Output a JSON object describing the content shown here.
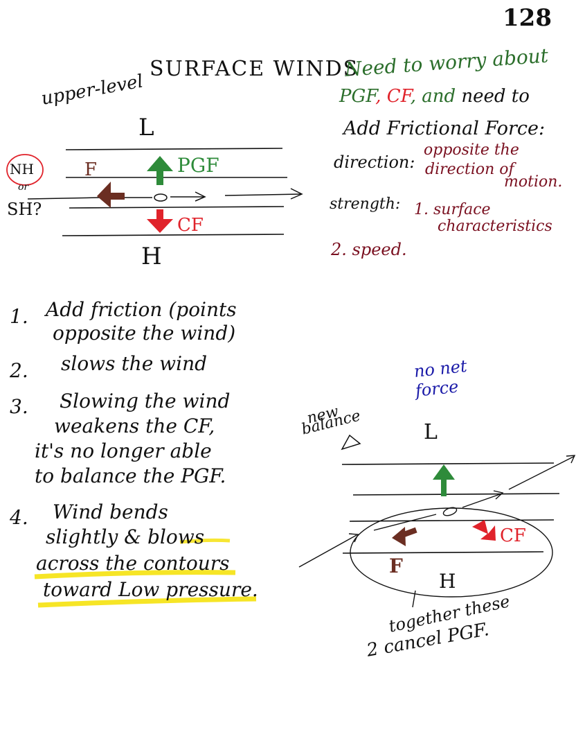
{
  "page_number": "128",
  "title": "SURFACE WINDS",
  "top_diagram": {
    "upper_level": "upper-level",
    "low_label": "L",
    "high_label": "H",
    "hemisphere_question": {
      "nh": "NH",
      "or": "or",
      "sh": "SH?"
    },
    "friction_label": "F",
    "pgf_label": "PGF",
    "cf_label": "CF"
  },
  "right_notes": {
    "line1": "Need to worry about",
    "pgf": "PGF",
    "cf": "CF",
    "and": ", and",
    "line2_end": "need to",
    "line3": "Add Frictional Force:",
    "direction_label": "direction:",
    "direction_text_1": "opposite the",
    "direction_text_2": "direction of",
    "direction_text_3": "motion.",
    "strength_label": "strength:",
    "strength_1": "1. surface",
    "strength_1b": "characteristics",
    "strength_2": "2. speed."
  },
  "steps": [
    {
      "num": "1.",
      "lines": [
        "Add friction (points",
        "opposite the wind)"
      ]
    },
    {
      "num": "2.",
      "lines": [
        "slows the wind"
      ]
    },
    {
      "num": "3.",
      "lines": [
        "Slowing the wind",
        "weakens the CF,",
        "it's no longer able",
        "to balance the PGF."
      ]
    },
    {
      "num": "4.",
      "lines": [
        "Wind bends",
        "slightly & blows",
        "across the contours",
        "toward Low pressure."
      ]
    }
  ],
  "bottom_diagram": {
    "no_net_force_1": "no net",
    "no_net_force_2": "force",
    "new_balance_1": "new",
    "new_balance_2": "balance",
    "low_label": "L",
    "high_label": "H",
    "cf_label": "CF",
    "f_label": "F",
    "together_1": "together these",
    "together_2": "2 cancel PGF."
  },
  "colors": {
    "black": "#111111",
    "green": "#2b6e2b",
    "bright_green": "#2e8b3a",
    "red": "#e0232b",
    "brown": "#6b2e22",
    "maroon": "#7a1020",
    "blue": "#1a1aa8",
    "highlight": "#f5e000"
  }
}
